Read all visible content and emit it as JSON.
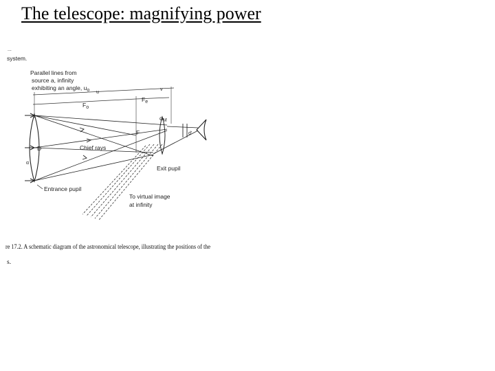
{
  "slide": {
    "title": "The telescope: magnifying power"
  },
  "figure": {
    "top_fragment_1": "...",
    "top_fragment_2": "system.",
    "parallel_lines_l1": "Parallel lines from",
    "parallel_lines_l2": "source a, infinity",
    "parallel_lines_l3": "exhibiting an angle, u",
    "parallel_lines_sub": "o",
    "focal_o": "F",
    "focal_o_sub": "o",
    "focal_e": "F",
    "focal_e_sub": "e",
    "alpha_label": "α",
    "alpha_sub": "M",
    "f_point": "F",
    "d_label": "D",
    "d_prime_label": "d'",
    "u_label": "u",
    "v_label": "v",
    "chief_rays": "Chief rays",
    "exit_pupil": "Exit pupil",
    "entrance_pupil": "Entrance pupil",
    "virtual_image_l1": "To virtual image",
    "virtual_image_l2": "at infinity",
    "caption_l1": "re 17.2. A schematic diagram of the astronomical telescope, illustrating the positions of the",
    "caption_l2": "s."
  }
}
